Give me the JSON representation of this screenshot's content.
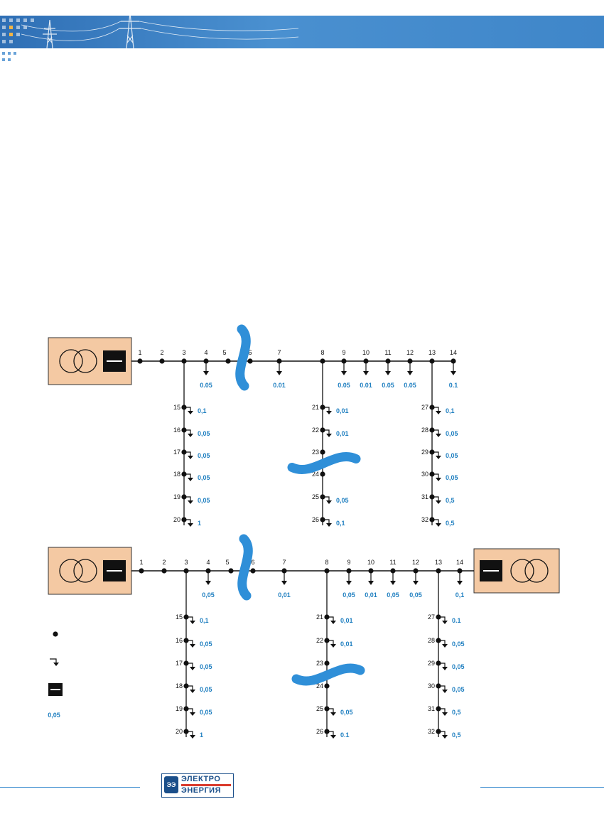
{
  "brand": {
    "logo_top": "ЭЛЕКТРО",
    "logo_bottom": "ЭНЕРГИЯ",
    "accent": "#1f7fc0",
    "banner_color": "#3f8fd0",
    "source_fill": "#f4c9a3"
  },
  "diagrams": [
    {
      "main_nodes": [
        "1",
        "2",
        "3",
        "4",
        "5",
        "6",
        "7",
        "8",
        "9",
        "10",
        "11",
        "12",
        "13",
        "14"
      ],
      "main_loads": {
        "4": "0.05",
        "7": "0.01",
        "9": "0.05",
        "10": "0.01",
        "11": "0.05",
        "12": "0.05",
        "14": "0.1"
      },
      "branch_a": {
        "nodes": [
          "15",
          "16",
          "17",
          "18",
          "19",
          "20"
        ],
        "loads": [
          "0,1",
          "0,05",
          "0,05",
          "0,05",
          "0,05",
          "1"
        ]
      },
      "branch_b": {
        "nodes": [
          "21",
          "22",
          "23",
          "24",
          "25",
          "26"
        ],
        "loads": [
          "0,01",
          "0,01",
          "",
          "",
          "0,05",
          "0,1"
        ]
      },
      "branch_c": {
        "nodes": [
          "27",
          "28",
          "29",
          "30",
          "31",
          "32"
        ],
        "loads": [
          "0,1",
          "0,05",
          "0,05",
          "0,05",
          "0,5",
          "0,5"
        ]
      }
    },
    {
      "main_nodes": [
        "1",
        "2",
        "3",
        "4",
        "5",
        "6",
        "7",
        "8",
        "9",
        "10",
        "11",
        "12",
        "13",
        "14"
      ],
      "main_loads": {
        "4": "0,05",
        "7": "0,01",
        "9": "0,05",
        "10": "0,01",
        "11": "0,05",
        "12": "0,05",
        "14": "0,1"
      },
      "branch_a": {
        "nodes": [
          "15",
          "16",
          "17",
          "18",
          "19",
          "20"
        ],
        "loads": [
          "0,1",
          "0,05",
          "0,05",
          "0,05",
          "0,05",
          "1"
        ]
      },
      "branch_b": {
        "nodes": [
          "21",
          "22",
          "23",
          "24",
          "25",
          "26"
        ],
        "loads": [
          "0,01",
          "0,01",
          "",
          "",
          "0,05",
          "0.1"
        ]
      },
      "branch_c": {
        "nodes": [
          "27",
          "28",
          "29",
          "30",
          "31",
          "32"
        ],
        "loads": [
          "0.1",
          "0,05",
          "0,05",
          "0,05",
          "0,5",
          "0,5"
        ]
      }
    }
  ],
  "legend": {
    "items": [
      "node-symbol",
      "load-symbol",
      "switch-symbol"
    ],
    "value_label": "0,05"
  }
}
